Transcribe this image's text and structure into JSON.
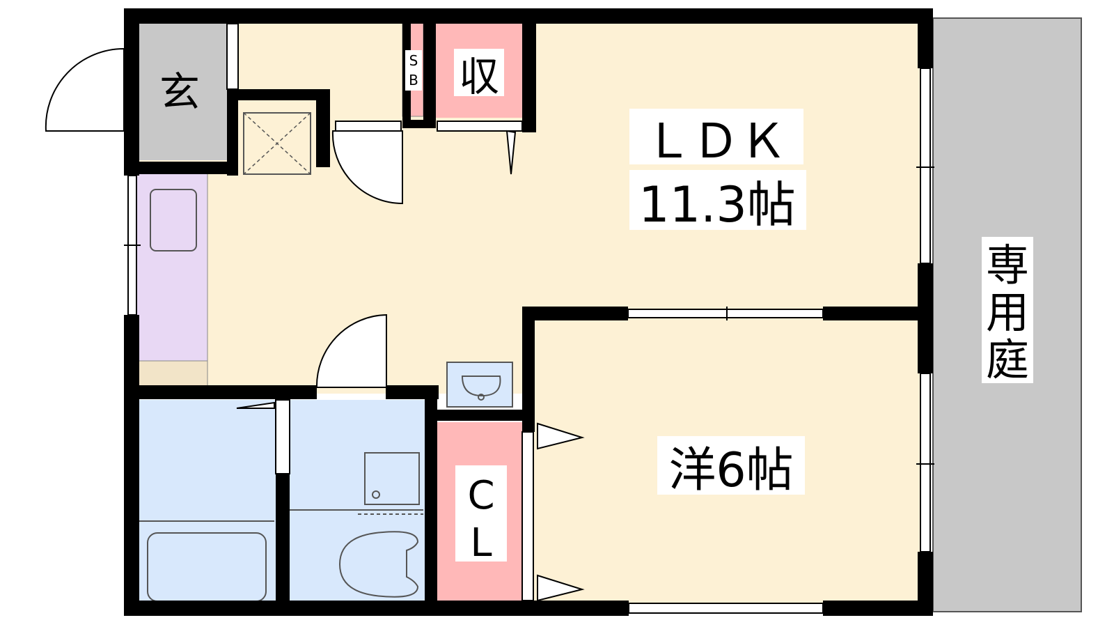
{
  "labels": {
    "entrance": "玄",
    "shoe_box": "SB",
    "storage": "収",
    "ldk_name": "ＬＤＫ",
    "ldk_size": "11.3帖",
    "bedroom": "洋6帖",
    "closet_c": "C",
    "closet_l": "L",
    "garden_1": "専",
    "garden_2": "用",
    "garden_3": "庭"
  },
  "colors": {
    "floor": "#fdf1d5",
    "entrance": "#c8c8c8",
    "storage": "#ffb8b8",
    "kitchen": "#e8d8f4",
    "wet_area": "#d8e8fc",
    "garden": "#c8c8c8",
    "wall": "#000000"
  }
}
